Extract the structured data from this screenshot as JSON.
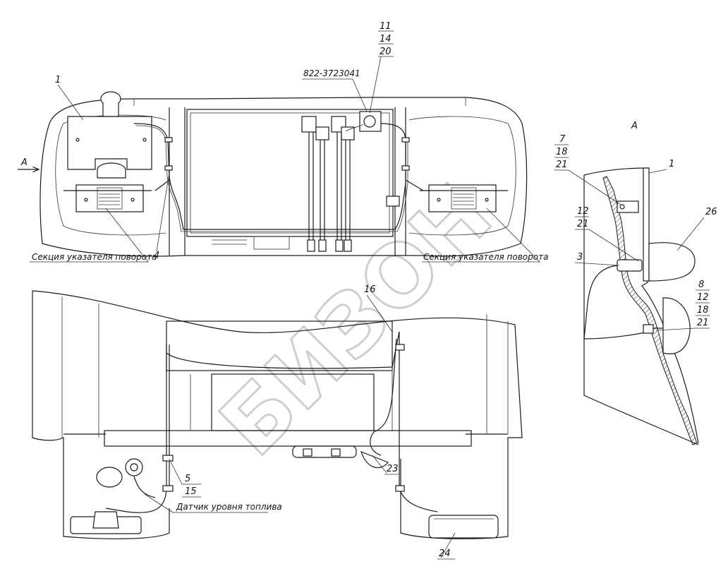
{
  "labels": {
    "l1": "1",
    "l4": "4",
    "l5": "5",
    "l15": "15",
    "l11": "11",
    "l14": "14",
    "l20": "20",
    "l16": "16",
    "l23": "23",
    "l24": "24",
    "part_number": "822-3723041",
    "arrow_a": "А",
    "turn_section_left": "Секция указателя поворота",
    "turn_section_right": "Секция указателя поворота",
    "fuel_sensor": "Датчик уровня топлива"
  },
  "detail_a": {
    "title": "А",
    "l7": "7",
    "l18a": "18",
    "l21a": "21",
    "l1": "1",
    "l12a": "12",
    "l21b": "21",
    "l26": "26",
    "l3": "3",
    "l8": "8",
    "l12b": "12",
    "l18b": "18",
    "l21c": "21"
  },
  "watermark": "БИЗОН"
}
